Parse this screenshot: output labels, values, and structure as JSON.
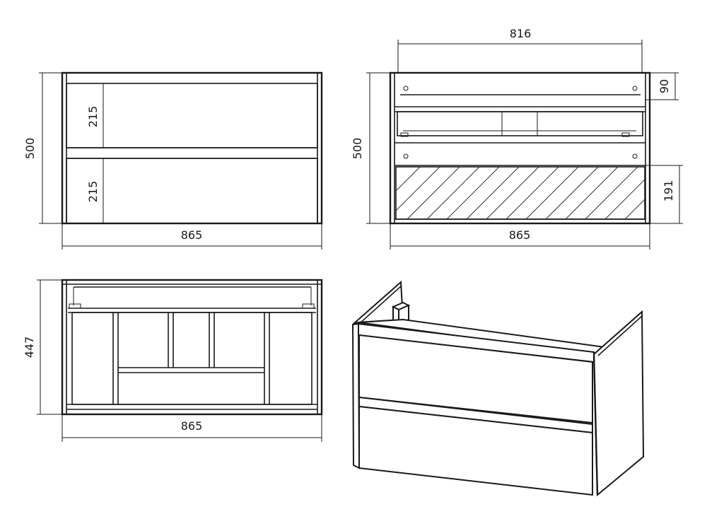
{
  "drawing": {
    "front_view": {
      "height": "500",
      "drawer_top_height": "215",
      "drawer_bottom_height": "215",
      "width": "865"
    },
    "back_view": {
      "inner_width": "816",
      "height": "500",
      "top_height": "90",
      "lower_height": "191",
      "width": "865"
    },
    "top_view": {
      "depth": "447",
      "width": "865"
    }
  },
  "colors": {
    "line": "#1a1a1a",
    "background": "#ffffff"
  }
}
